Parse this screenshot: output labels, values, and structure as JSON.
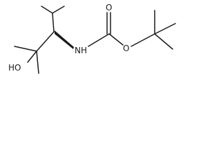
{
  "molecule": {
    "labels": {
      "nh": "NH",
      "o_carbonyl": "O",
      "o_ester": "O",
      "ho": "HO"
    },
    "colors": {
      "ink": "#1a1a1a",
      "background": "#ffffff"
    }
  }
}
